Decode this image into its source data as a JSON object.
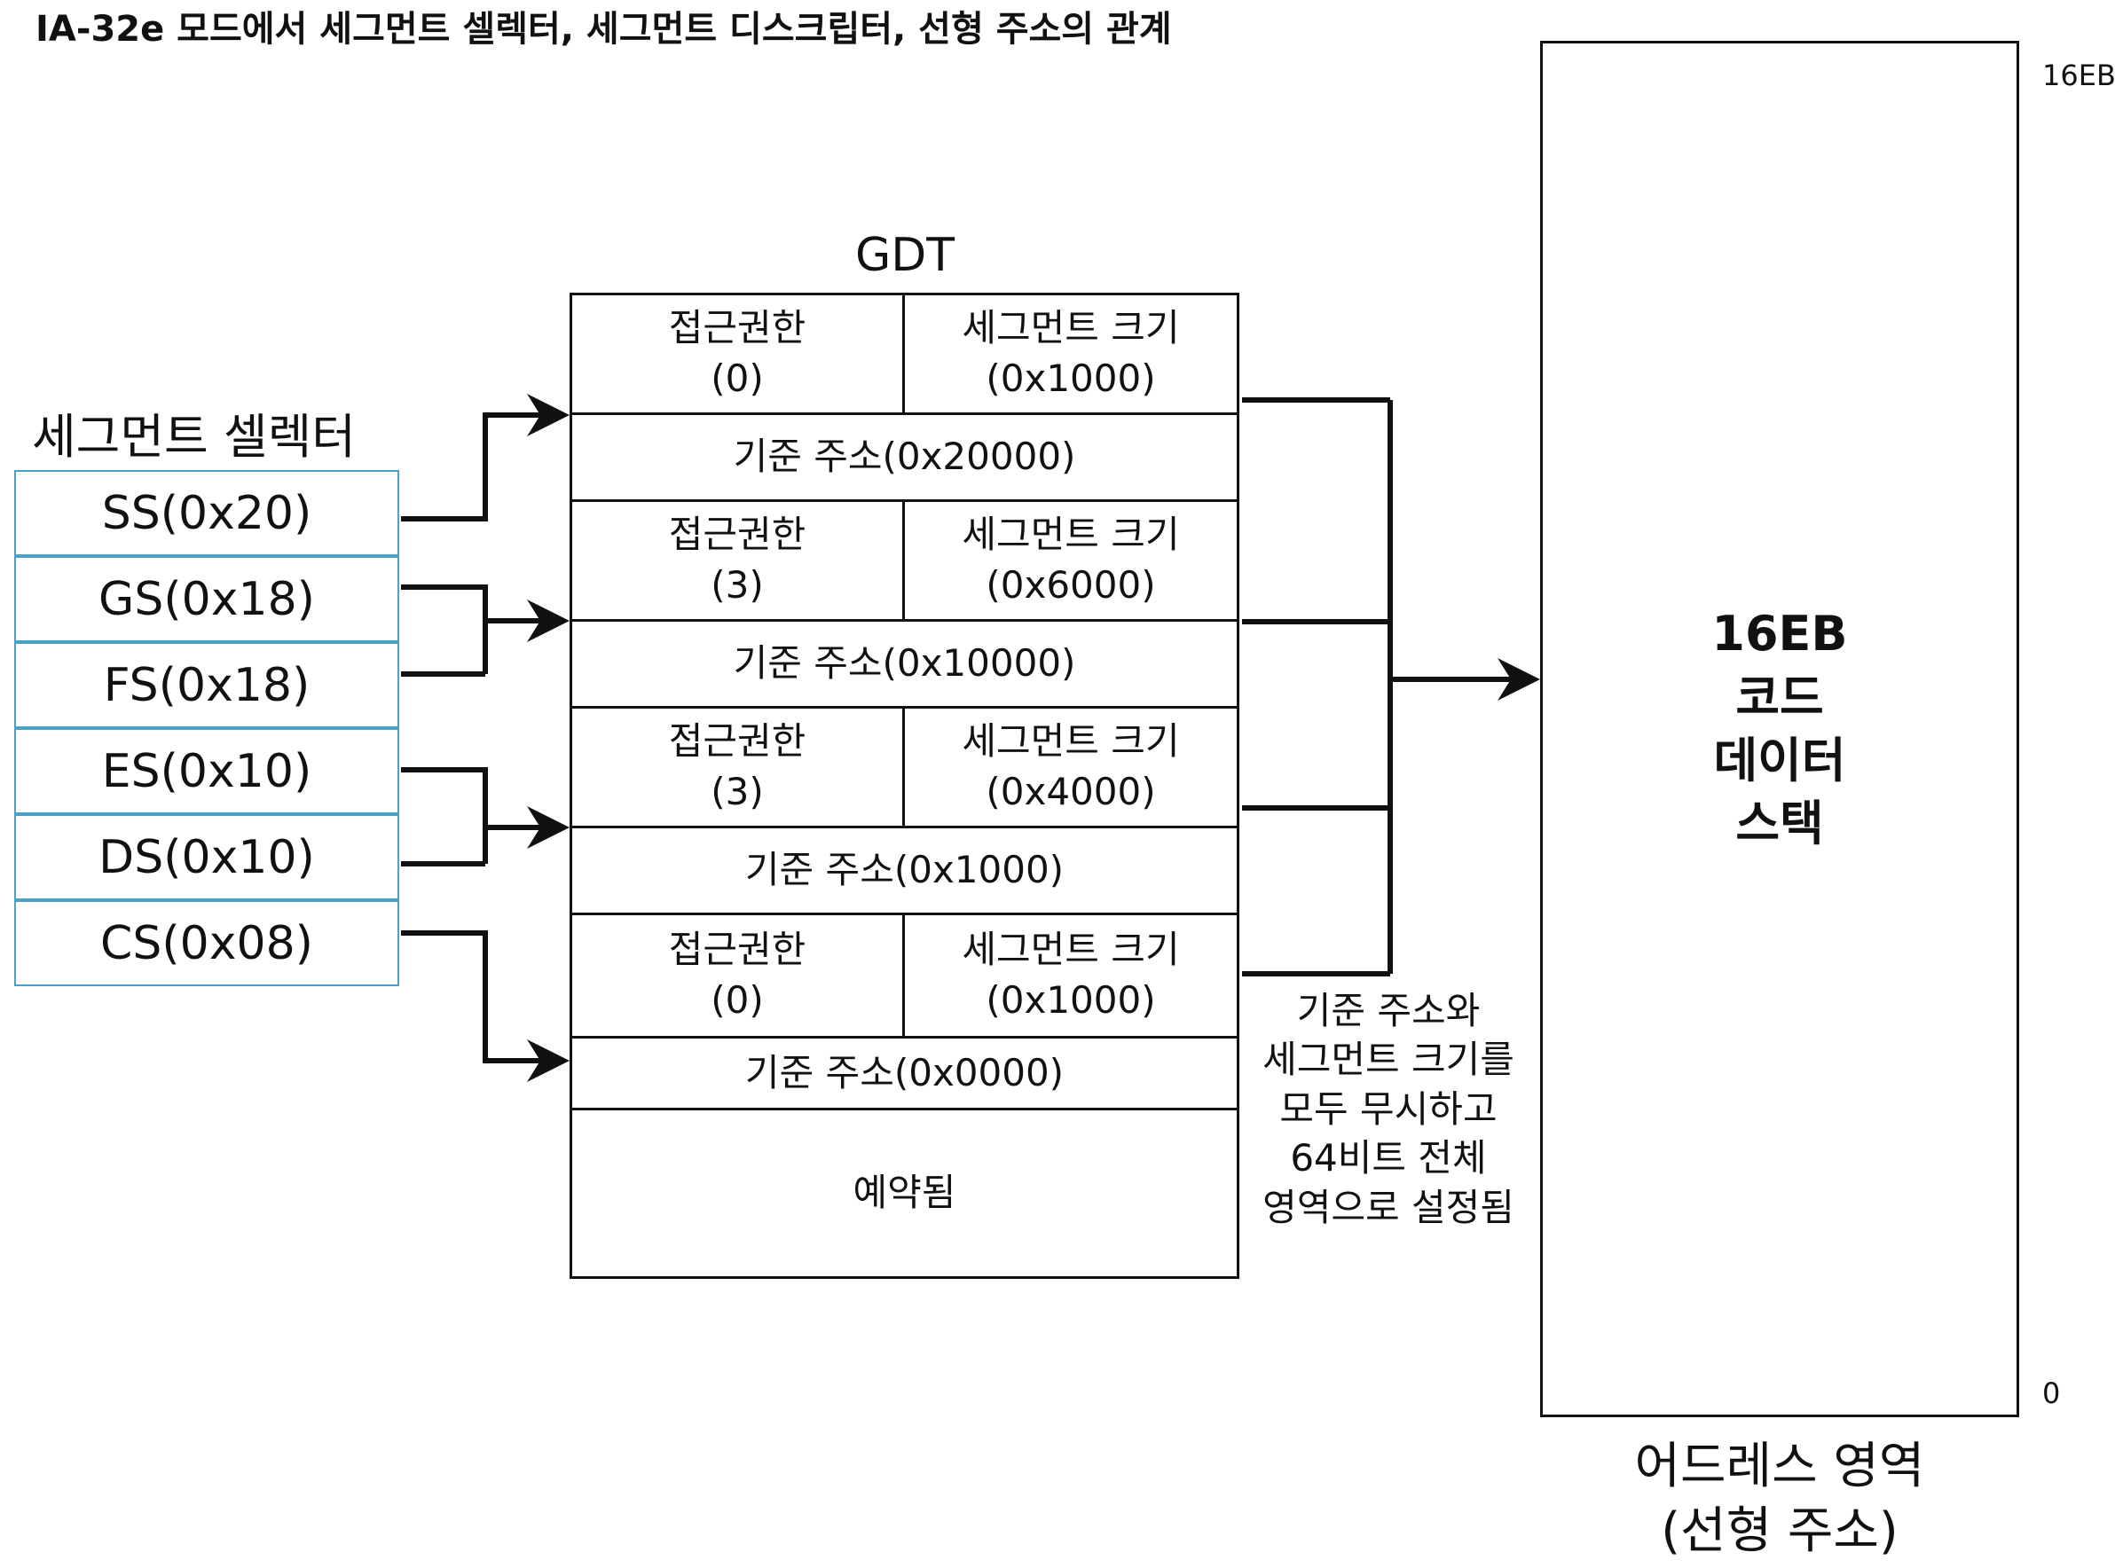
{
  "title": "IA-32e 모드에서 세그먼트 셀렉터, 세그먼트 디스크립터, 선형 주소의 관계",
  "selectors": {
    "label": "세그먼트 셀렉터",
    "items": [
      "SS(0x20)",
      "GS(0x18)",
      "FS(0x18)",
      "ES(0x10)",
      "DS(0x10)",
      "CS(0x08)"
    ]
  },
  "gdt": {
    "label": "GDT",
    "descriptors": [
      {
        "access_line1": "접근권한",
        "access_line2": "(0)",
        "size_line1": "세그먼트 크기",
        "size_line2": "(0x1000)",
        "base": "기준 주소(0x20000)"
      },
      {
        "access_line1": "접근권한",
        "access_line2": "(3)",
        "size_line1": "세그먼트 크기",
        "size_line2": "(0x6000)",
        "base": "기준 주소(0x10000)"
      },
      {
        "access_line1": "접근권한",
        "access_line2": "(3)",
        "size_line1": "세그먼트 크기",
        "size_line2": "(0x4000)",
        "base": "기준 주소(0x1000)"
      },
      {
        "access_line1": "접근권한",
        "access_line2": "(0)",
        "size_line1": "세그먼트 크기",
        "size_line2": "(0x1000)",
        "base": "기준 주소(0x0000)"
      }
    ],
    "reserved": "예약됨"
  },
  "note": [
    "기준 주소와",
    "세그먼트 크기를",
    "모두 무시하고",
    "64비트 전체",
    "영역으로 설정됨"
  ],
  "address_space": {
    "content": [
      "16EB",
      "코드",
      "데이터",
      "스택"
    ],
    "top_tick": "16EB",
    "bottom_tick": "0",
    "label_line1": "어드레스 영역",
    "label_line2": "(선형 주소)"
  }
}
